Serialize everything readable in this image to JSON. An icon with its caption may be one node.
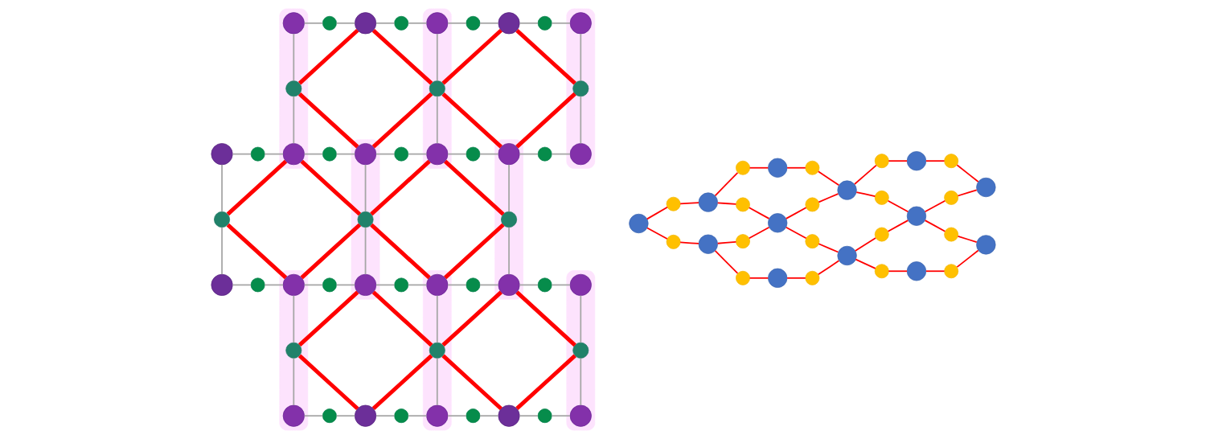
{
  "diagram": {
    "nodes": [
      {
        "text": [],
        "shape": "ellipse"
      },
      {
        "text": [],
        "shape": "circle",
        "in": 0
      },
      {
        "text": [],
        "shape": "circle"
      },
      {
        "text": [],
        "shape": "circle"
      },
      {
        "text": [],
        "shape": "circle"
      },
      {
        "text": [],
        "shape": "ellipse"
      },
      {
        "text": [],
        "shape": "circle",
        "in": 5
      },
      {
        "text": [],
        "shape": "circle"
      },
      {
        "text": [],
        "shape": "circle"
      },
      {
        "text": [],
        "shape": "circle"
      },
      {
        "text": [],
        "shape": "ellipse"
      },
      {
        "text": [],
        "shape": "circle",
        "in": 10
      },
      {
        "text": [],
        "shape": "circle",
        "in": 0
      },
      {
        "text": [],
        "shape": "circle",
        "in": 5
      },
      {
        "text": [],
        "shape": "circle",
        "in": 10
      },
      {
        "text": [],
        "shape": "circle"
      },
      {
        "text": [],
        "shape": "circle"
      },
      {
        "text": [],
        "shape": "circle",
        "in": 0
      },
      {
        "text": [],
        "shape": "circle"
      },
      {
        "text": [],
        "shape": "ellipse"
      },
      {
        "text": [],
        "shape": "circle",
        "in": 19
      },
      {
        "text": [],
        "shape": "circle"
      },
      {
        "text": [],
        "shape": "circle",
        "in": 5
      },
      {
        "text": [],
        "shape": "circle"
      },
      {
        "text": [],
        "shape": "ellipse"
      },
      {
        "text": [],
        "shape": "circle",
        "in": 24
      },
      {
        "text": [],
        "shape": "circle"
      },
      {
        "text": [],
        "shape": "circle",
        "in": 10
      },
      {
        "text": [],
        "shape": "circle"
      },
      {
        "text": [],
        "shape": "circle",
        "in": 19
      },
      {
        "text": [],
        "shape": "circle",
        "in": 24
      },
      {
        "text": [],
        "shape": "circle"
      },
      {
        "text": [],
        "shape": "circle"
      },
      {
        "text": [],
        "shape": "ellipse"
      },
      {
        "text": [],
        "shape": "circle",
        "in": 33
      },
      {
        "text": [],
        "shape": "circle"
      },
      {
        "text": [],
        "shape": "circle",
        "in": 19
      },
      {
        "text": [],
        "shape": "circle"
      },
      {
        "text": [],
        "shape": "ellipse"
      },
      {
        "text": [],
        "shape": "circle",
        "in": 38
      },
      {
        "text": [],
        "shape": "circle"
      },
      {
        "text": [],
        "shape": "circle",
        "in": 24
      },
      {
        "text": [],
        "shape": "circle"
      },
      {
        "text": [],
        "shape": "ellipse"
      },
      {
        "text": [],
        "shape": "circle",
        "in": 43
      },
      {
        "text": [],
        "shape": "circle",
        "in": 33
      },
      {
        "text": [],
        "shape": "circle",
        "in": 38
      },
      {
        "text": [],
        "shape": "circle",
        "in": 43
      },
      {
        "text": [],
        "shape": "circle",
        "in": 33
      },
      {
        "text": [],
        "shape": "circle"
      },
      {
        "text": [],
        "shape": "circle"
      },
      {
        "text": [],
        "shape": "circle"
      },
      {
        "text": [],
        "shape": "circle",
        "in": 38
      },
      {
        "text": [],
        "shape": "circle"
      },
      {
        "text": [],
        "shape": "circle"
      },
      {
        "text": [],
        "shape": "circle"
      },
      {
        "text": [],
        "shape": "circle",
        "in": 43
      },
      {
        "text": [],
        "shape": "circle"
      },
      {
        "text": [],
        "shape": "circle"
      },
      {
        "text": [],
        "shape": "circle"
      },
      {
        "text": [],
        "shape": "circle"
      },
      {
        "text": [],
        "shape": "circle"
      },
      {
        "text": [],
        "shape": "circle"
      },
      {
        "text": [],
        "shape": "circle"
      },
      {
        "text": [],
        "shape": "circle"
      },
      {
        "text": [],
        "shape": "circle"
      },
      {
        "text": [],
        "shape": "circle"
      },
      {
        "text": [],
        "shape": "circle"
      },
      {
        "text": [],
        "shape": "circle"
      },
      {
        "text": [],
        "shape": "circle"
      },
      {
        "text": [],
        "shape": "circle"
      },
      {
        "text": [],
        "shape": "circle"
      },
      {
        "text": [],
        "shape": "circle"
      },
      {
        "text": [],
        "shape": "circle"
      },
      {
        "text": [],
        "shape": "circle"
      },
      {
        "text": [],
        "shape": "circle"
      },
      {
        "text": [],
        "shape": "circle"
      },
      {
        "text": [],
        "shape": "circle"
      },
      {
        "text": [],
        "shape": "circle"
      },
      {
        "text": [],
        "shape": "circle"
      },
      {
        "text": [],
        "shape": "circle"
      },
      {
        "text": [],
        "shape": "circle"
      },
      {
        "text": [],
        "shape": "circle"
      },
      {
        "text": [],
        "shape": "circle"
      },
      {
        "text": [],
        "shape": "circle"
      },
      {
        "text": [],
        "shape": "circle"
      },
      {
        "text": [],
        "shape": "circle"
      },
      {
        "text": [],
        "shape": "circle"
      }
    ],
    "edges": [
      {
        "from": 1,
        "to": 2,
        "arrow": "none",
        "color": "#a6a6a6"
      },
      {
        "from": 2,
        "to": 3,
        "arrow": "none",
        "color": "#a6a6a6"
      },
      {
        "from": 3,
        "to": 4,
        "arrow": "none",
        "color": "#a6a6a6"
      },
      {
        "from": 4,
        "to": 6,
        "arrow": "none",
        "color": "#a6a6a6"
      },
      {
        "from": 6,
        "to": 7,
        "arrow": "none",
        "color": "#a6a6a6"
      },
      {
        "from": 7,
        "to": 8,
        "arrow": "none",
        "color": "#a6a6a6"
      },
      {
        "from": 8,
        "to": 9,
        "arrow": "none",
        "color": "#a6a6a6"
      },
      {
        "from": 9,
        "to": 11,
        "arrow": "none",
        "color": "#a6a6a6"
      },
      {
        "from": 15,
        "to": 16,
        "arrow": "none",
        "color": "#a6a6a6"
      },
      {
        "from": 16,
        "to": 17,
        "arrow": "none",
        "color": "#a6a6a6"
      },
      {
        "from": 17,
        "to": 18,
        "arrow": "none",
        "color": "#a6a6a6"
      },
      {
        "from": 18,
        "to": 20,
        "arrow": "none",
        "color": "#a6a6a6"
      },
      {
        "from": 20,
        "to": 21,
        "arrow": "none",
        "color": "#a6a6a6"
      },
      {
        "from": 21,
        "to": 22,
        "arrow": "none",
        "color": "#a6a6a6"
      },
      {
        "from": 22,
        "to": 23,
        "arrow": "none",
        "color": "#a6a6a6"
      },
      {
        "from": 23,
        "to": 25,
        "arrow": "none",
        "color": "#a6a6a6"
      },
      {
        "from": 25,
        "to": 26,
        "arrow": "none",
        "color": "#a6a6a6"
      },
      {
        "from": 26,
        "to": 27,
        "arrow": "none",
        "color": "#a6a6a6"
      },
      {
        "from": 31,
        "to": 32,
        "arrow": "none",
        "color": "#a6a6a6"
      },
      {
        "from": 32,
        "to": 34,
        "arrow": "none",
        "color": "#a6a6a6"
      },
      {
        "from": 34,
        "to": 35,
        "arrow": "none",
        "color": "#a6a6a6"
      },
      {
        "from": 35,
        "to": 36,
        "arrow": "none",
        "color": "#a6a6a6"
      },
      {
        "from": 36,
        "to": 37,
        "arrow": "none",
        "color": "#a6a6a6"
      },
      {
        "from": 37,
        "to": 39,
        "arrow": "none",
        "color": "#a6a6a6"
      },
      {
        "from": 39,
        "to": 40,
        "arrow": "none",
        "color": "#a6a6a6"
      },
      {
        "from": 40,
        "to": 41,
        "arrow": "none",
        "color": "#a6a6a6"
      },
      {
        "from": 41,
        "to": 42,
        "arrow": "none",
        "color": "#a6a6a6"
      },
      {
        "from": 42,
        "to": 44,
        "arrow": "none",
        "color": "#a6a6a6"
      },
      {
        "from": 48,
        "to": 49,
        "arrow": "none",
        "color": "#a6a6a6"
      },
      {
        "from": 49,
        "to": 50,
        "arrow": "none",
        "color": "#a6a6a6"
      },
      {
        "from": 50,
        "to": 51,
        "arrow": "none",
        "color": "#a6a6a6"
      },
      {
        "from": 51,
        "to": 52,
        "arrow": "none",
        "color": "#a6a6a6"
      },
      {
        "from": 52,
        "to": 53,
        "arrow": "none",
        "color": "#a6a6a6"
      },
      {
        "from": 53,
        "to": 54,
        "arrow": "none",
        "color": "#a6a6a6"
      },
      {
        "from": 54,
        "to": 55,
        "arrow": "none",
        "color": "#a6a6a6"
      },
      {
        "from": 55,
        "to": 56,
        "arrow": "none",
        "color": "#a6a6a6"
      },
      {
        "from": 1,
        "to": 12,
        "arrow": "none",
        "color": "#a6a6a6"
      },
      {
        "from": 12,
        "to": 17,
        "arrow": "none",
        "color": "#a6a6a6"
      },
      {
        "from": 6,
        "to": 13,
        "arrow": "none",
        "color": "#a6a6a6"
      },
      {
        "from": 13,
        "to": 22,
        "arrow": "none",
        "color": "#a6a6a6"
      },
      {
        "from": 11,
        "to": 14,
        "arrow": "none",
        "color": "#a6a6a6"
      },
      {
        "from": 14,
        "to": 27,
        "arrow": "none",
        "color": "#a6a6a6"
      },
      {
        "from": 15,
        "to": 28,
        "arrow": "none",
        "color": "#a6a6a6"
      },
      {
        "from": 28,
        "to": 31,
        "arrow": "none",
        "color": "#a6a6a6"
      },
      {
        "from": 20,
        "to": 29,
        "arrow": "none",
        "color": "#a6a6a6"
      },
      {
        "from": 29,
        "to": 36,
        "arrow": "none",
        "color": "#a6a6a6"
      },
      {
        "from": 25,
        "to": 30,
        "arrow": "none",
        "color": "#a6a6a6"
      },
      {
        "from": 30,
        "to": 41,
        "arrow": "none",
        "color": "#a6a6a6"
      },
      {
        "from": 34,
        "to": 45,
        "arrow": "none",
        "color": "#a6a6a6"
      },
      {
        "from": 45,
        "to": 48,
        "arrow": "none",
        "color": "#a6a6a6"
      },
      {
        "from": 39,
        "to": 46,
        "arrow": "none",
        "color": "#a6a6a6"
      },
      {
        "from": 46,
        "to": 52,
        "arrow": "none",
        "color": "#a6a6a6"
      },
      {
        "from": 44,
        "to": 47,
        "arrow": "none",
        "color": "#a6a6a6"
      },
      {
        "from": 47,
        "to": 56,
        "arrow": "none",
        "color": "#a6a6a6"
      },
      {
        "from": 12,
        "to": 3,
        "arrow": "none",
        "style": "thick"
      },
      {
        "from": 12,
        "to": 20,
        "arrow": "none",
        "style": "thick"
      },
      {
        "from": 3,
        "to": 13,
        "arrow": "none",
        "style": "thick"
      },
      {
        "from": 20,
        "to": 13,
        "arrow": "none",
        "style": "thick"
      },
      {
        "from": 13,
        "to": 8,
        "arrow": "none",
        "style": "thick"
      },
      {
        "from": 13,
        "to": 25,
        "arrow": "none",
        "style": "thick"
      },
      {
        "from": 8,
        "to": 14,
        "arrow": "none",
        "style": "thick"
      },
      {
        "from": 25,
        "to": 14,
        "arrow": "none",
        "style": "thick"
      },
      {
        "from": 28,
        "to": 17,
        "arrow": "none",
        "style": "thick"
      },
      {
        "from": 28,
        "to": 34,
        "arrow": "none",
        "style": "thick"
      },
      {
        "from": 17,
        "to": 29,
        "arrow": "none",
        "style": "thick"
      },
      {
        "from": 34,
        "to": 29,
        "arrow": "none",
        "style": "thick"
      },
      {
        "from": 29,
        "to": 22,
        "arrow": "none",
        "style": "thick"
      },
      {
        "from": 29,
        "to": 39,
        "arrow": "none",
        "style": "thick"
      },
      {
        "from": 22,
        "to": 30,
        "arrow": "none",
        "style": "thick"
      },
      {
        "from": 39,
        "to": 30,
        "arrow": "none",
        "style": "thick"
      },
      {
        "from": 45,
        "to": 36,
        "arrow": "none",
        "style": "thick"
      },
      {
        "from": 45,
        "to": 50,
        "arrow": "none",
        "style": "thick"
      },
      {
        "from": 36,
        "to": 46,
        "arrow": "none",
        "style": "thick"
      },
      {
        "from": 50,
        "to": 46,
        "arrow": "none",
        "style": "thick"
      },
      {
        "from": 46,
        "to": 41,
        "arrow": "none",
        "style": "thick"
      },
      {
        "from": 46,
        "to": 54,
        "arrow": "none",
        "style": "thick"
      },
      {
        "from": 41,
        "to": 47,
        "arrow": "none",
        "style": "thick"
      },
      {
        "from": 54,
        "to": 47,
        "arrow": "none",
        "style": "thick"
      },
      {
        "from": 71,
        "to": 66,
        "arrow": "none"
      },
      {
        "from": 66,
        "to": 63,
        "arrow": "none"
      },
      {
        "from": 71,
        "to": 74,
        "arrow": "none"
      },
      {
        "from": 74,
        "to": 79,
        "arrow": "none"
      },
      {
        "from": 63,
        "to": 59,
        "arrow": "none"
      },
      {
        "from": 59,
        "to": 57,
        "arrow": "none"
      },
      {
        "from": 63,
        "to": 67,
        "arrow": "none"
      },
      {
        "from": 67,
        "to": 72,
        "arrow": "none"
      },
      {
        "from": 79,
        "to": 75,
        "arrow": "none"
      },
      {
        "from": 75,
        "to": 72,
        "arrow": "none"
      },
      {
        "from": 79,
        "to": 82,
        "arrow": "none"
      },
      {
        "from": 82,
        "to": 86,
        "arrow": "none"
      },
      {
        "from": 57,
        "to": 60,
        "arrow": "none"
      },
      {
        "from": 60,
        "to": 64,
        "arrow": "none"
      },
      {
        "from": 72,
        "to": 68,
        "arrow": "none"
      },
      {
        "from": 68,
        "to": 64,
        "arrow": "none"
      },
      {
        "from": 72,
        "to": 76,
        "arrow": "none"
      },
      {
        "from": 76,
        "to": 80,
        "arrow": "none"
      },
      {
        "from": 86,
        "to": 83,
        "arrow": "none"
      },
      {
        "from": 83,
        "to": 80,
        "arrow": "none"
      },
      {
        "from": 64,
        "to": 61,
        "arrow": "none"
      },
      {
        "from": 61,
        "to": 58,
        "arrow": "none"
      },
      {
        "from": 64,
        "to": 69,
        "arrow": "none"
      },
      {
        "from": 69,
        "to": 73,
        "arrow": "none"
      },
      {
        "from": 80,
        "to": 77,
        "arrow": "none"
      },
      {
        "from": 77,
        "to": 73,
        "arrow": "none"
      },
      {
        "from": 80,
        "to": 84,
        "arrow": "none"
      },
      {
        "from": 84,
        "to": 87,
        "arrow": "none"
      },
      {
        "from": 58,
        "to": 62,
        "arrow": "none"
      },
      {
        "from": 62,
        "to": 65,
        "arrow": "none"
      },
      {
        "from": 73,
        "to": 70,
        "arrow": "none"
      },
      {
        "from": 70,
        "to": 65,
        "arrow": "none"
      },
      {
        "from": 73,
        "to": 78,
        "arrow": "none"
      },
      {
        "from": 78,
        "to": 81,
        "arrow": "none"
      },
      {
        "from": 87,
        "to": 85,
        "arrow": "none"
      },
      {
        "from": 85,
        "to": 81,
        "arrow": "none"
      }
    ]
  }
}
